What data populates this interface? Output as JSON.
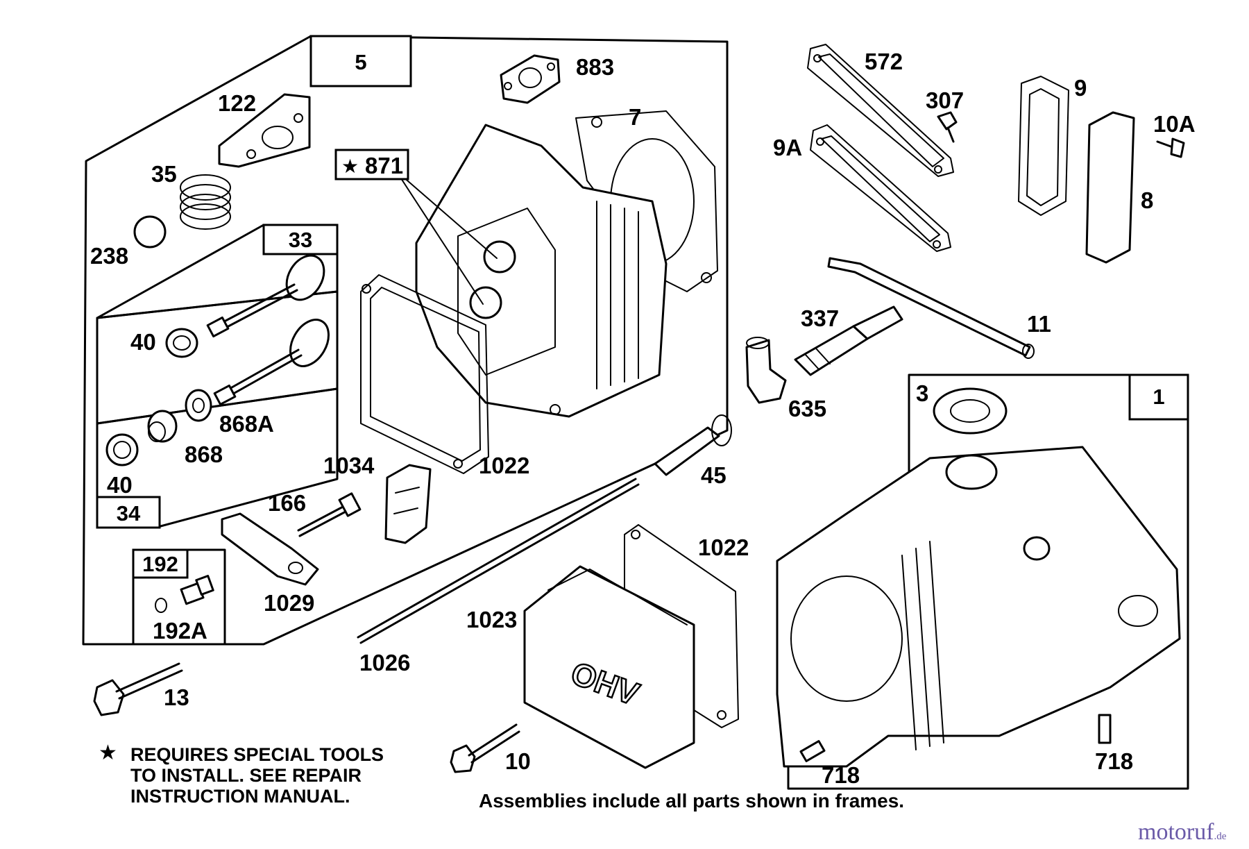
{
  "frames": {
    "cylinder_head_assembly": "5",
    "valve_assembly_a": "33",
    "valve_assembly_b": "34",
    "fitting_assembly": "192",
    "cylinder_assembly": "1"
  },
  "part_labels": {
    "p122": "122",
    "p35": "35",
    "p238": "238",
    "p40a": "40",
    "p40b": "40",
    "p868a": "868A",
    "p868": "868",
    "p883": "883",
    "p7": "7",
    "p871": "871",
    "p1022a": "1022",
    "p1034": "1034",
    "p166": "166",
    "p1029": "1029",
    "p192a": "192A",
    "p13": "13",
    "p572": "572",
    "p307": "307",
    "p9a": "9A",
    "p9": "9",
    "p10a": "10A",
    "p8": "8",
    "p11": "11",
    "p337": "337",
    "p635": "635",
    "p45": "45",
    "p3": "3",
    "p1022b": "1022",
    "p1023": "1023",
    "p1026": "1026",
    "p10": "10",
    "p718a": "718",
    "p718b": "718"
  },
  "cover_text": "OHV",
  "note": {
    "star": "★",
    "lines": [
      "REQUIRES SPECIAL TOOLS",
      "TO INSTALL.  SEE REPAIR",
      "INSTRUCTION MANUAL."
    ]
  },
  "assemblies_note": "Assemblies include all parts shown in frames.",
  "watermark": {
    "brand": "motoruf",
    "suffix": ".de",
    "color": "#6a5aa8"
  },
  "icons": {
    "special_tool_marker": "star-icon"
  }
}
